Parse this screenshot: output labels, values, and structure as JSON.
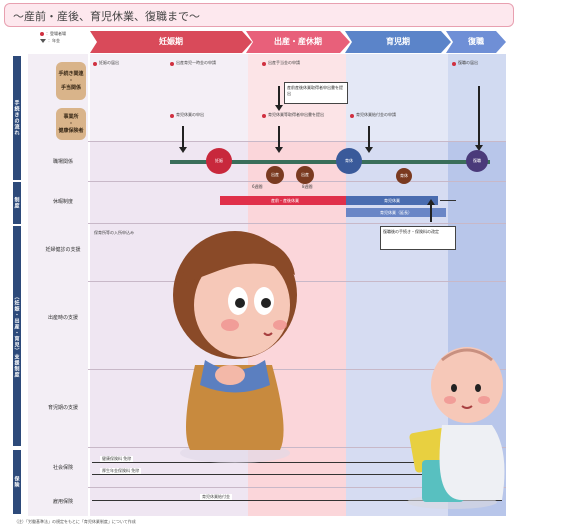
{
  "title": "～産前・産後、育児休業、復職まで～",
  "legend": {
    "item1": "：登場者場",
    "item2": "：年金"
  },
  "phases": [
    {
      "label": "妊娠期",
      "color": "#d94a5a"
    },
    {
      "label": "出産・産休期",
      "color": "#e8607a"
    },
    {
      "label": "育児期",
      "color": "#5b84c9"
    },
    {
      "label": "復職",
      "color": "#6f8fd6"
    }
  ],
  "groups": {
    "top": "手続きの流れ",
    "middle": "制度",
    "support": "（妊娠・出産・育児）支援制度",
    "bottom": "保険"
  },
  "categories": {
    "procedure": "手続き関連\n・\n手当関係",
    "employer": "事業所\n・\n健康保険者",
    "workplace": "職場関係",
    "leave": "休暇制度",
    "pregnancy": "妊婦健診の支援",
    "childbirth": "出産時の支援",
    "childcare": "育児期の支援",
    "social": "社会保険",
    "employment": "雇用保険"
  },
  "notes": {
    "n1": "妊娠の届出",
    "n2": "出産育児一時金の申請",
    "n3": "出産手当金の申請",
    "n4": "育児休業の申出",
    "n5": "育児休業給付金の申請",
    "n6": "復職の届出",
    "box1": "産前産後休業取得者申出書を提出",
    "box2": "育児休業等取得者申出書を提出",
    "box3": "復職後の手続き・保険料の改定",
    "box4": "保育所等の入所申込み"
  },
  "circles": {
    "c1": "妊娠",
    "c2": "出産",
    "c3": "育休",
    "c4": "復職"
  },
  "bars": {
    "b1": "産前・産後休業",
    "b2": "育児休業",
    "b3": "育児休業（延長）"
  },
  "weeks": {
    "w1": "6週間",
    "w2": "8週間"
  },
  "insurance": {
    "social1": "健康保険料 免除",
    "social2": "厚生年金保険料 免除",
    "employment1": "育児休業給付金"
  },
  "footnote": "（注）「労働基準法」の規定をもとに「育児休業制度」について作成"
}
